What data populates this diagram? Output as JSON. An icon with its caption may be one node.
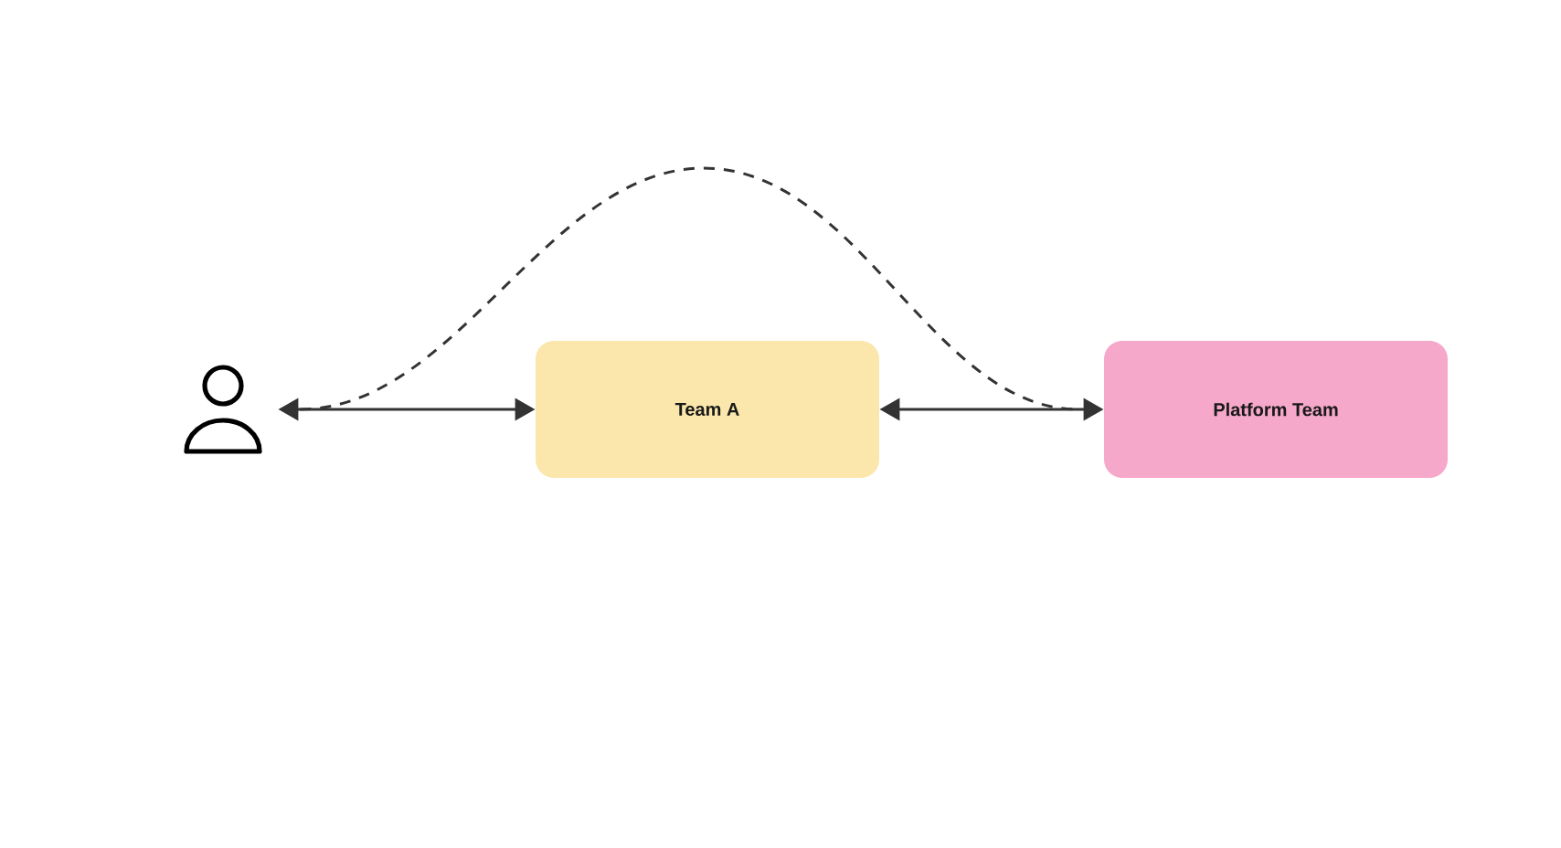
{
  "diagram": {
    "nodes": [
      {
        "text": [],
        "shape": "person"
      },
      {
        "text": [
          "Team A"
        ]
      },
      {
        "text": [
          "Platform Team"
        ]
      }
    ],
    "edges": [
      {
        "from": 0,
        "to": 1,
        "arrow": "both"
      },
      {
        "from": 1,
        "to": 2,
        "arrow": "both"
      },
      {
        "from": 0,
        "to": 2,
        "arrow": "none",
        "style": "dashed"
      }
    ]
  }
}
